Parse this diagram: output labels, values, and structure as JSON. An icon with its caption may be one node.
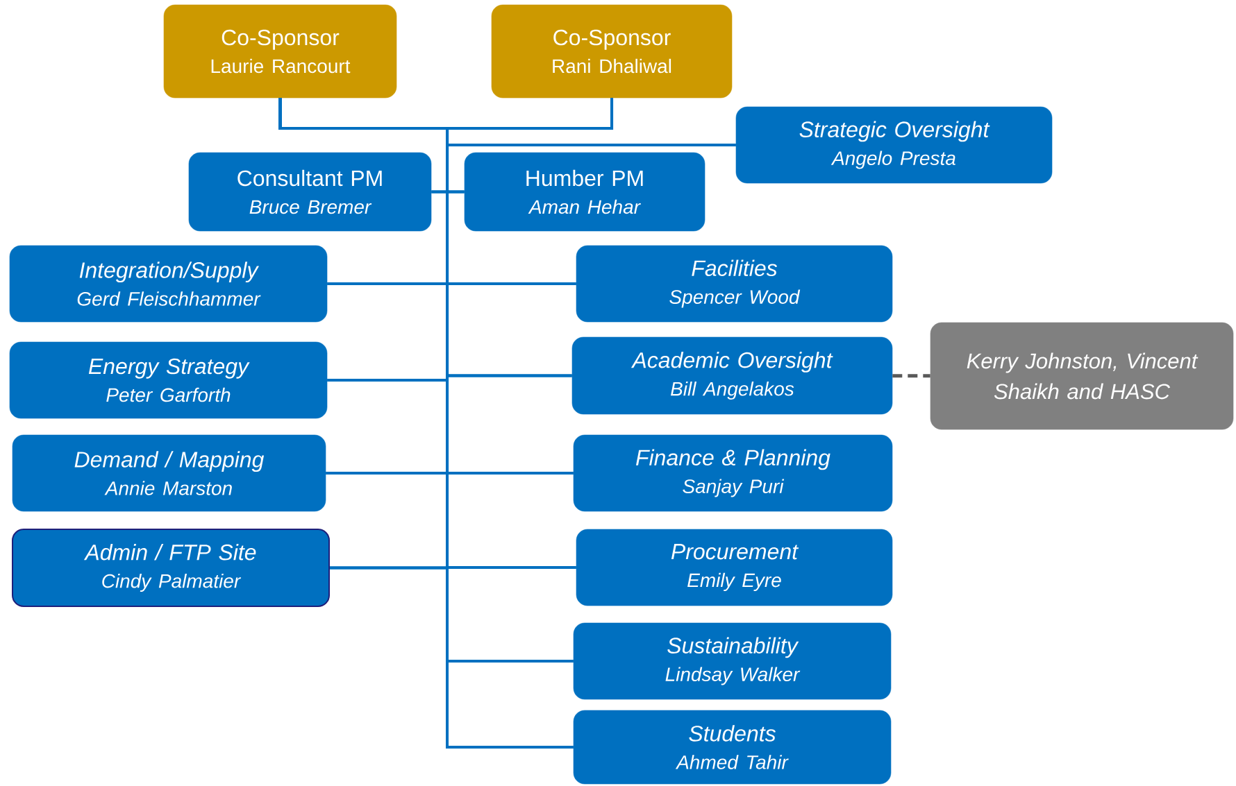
{
  "diagram": {
    "nodes": [
      {
        "text": [
          "Co-Sponsor",
          "Laurie Rancourt"
        ]
      },
      {
        "text": [
          "Co-Sponsor",
          "Rani Dhaliwal"
        ]
      },
      {
        "text": [
          "Strategic Oversight",
          "Angelo Presta"
        ]
      },
      {
        "text": [
          "Consultant PM",
          "Bruce Bremer"
        ]
      },
      {
        "text": [
          "Humber PM",
          "Aman Hehar"
        ]
      },
      {
        "text": [
          "Integration/Supply",
          "Gerd Fleischhammer"
        ]
      },
      {
        "text": [
          "Facilities",
          "Spencer Wood"
        ]
      },
      {
        "text": [
          "Energy Strategy",
          "Peter Garforth"
        ]
      },
      {
        "text": [
          "Academic Oversight",
          "Bill Angelakos"
        ]
      },
      {
        "text": [
          "Kerry Johnston, Vincent Shaikh  and HASC"
        ]
      },
      {
        "text": [
          "Demand / Mapping",
          "Annie Marston"
        ]
      },
      {
        "text": [
          "Finance & Planning",
          "Sanjay Puri"
        ]
      },
      {
        "text": [
          "Admin / FTP Site",
          "Cindy Palmatier"
        ]
      },
      {
        "text": [
          "Procurement",
          "Emily Eyre"
        ]
      },
      {
        "text": [
          "Sustainability",
          "Lindsay Walker"
        ]
      },
      {
        "text": [
          "Students",
          "Ahmed Tahir"
        ]
      }
    ],
    "edges": [
      {
        "from": 0,
        "to": 2,
        "arrow": "none"
      },
      {
        "from": 1,
        "to": 2,
        "arrow": "none"
      },
      {
        "from": 0,
        "to": 3,
        "arrow": "none"
      },
      {
        "from": 1,
        "to": 3,
        "arrow": "none"
      },
      {
        "from": 0,
        "to": 4,
        "arrow": "none"
      },
      {
        "from": 1,
        "to": 4,
        "arrow": "none"
      },
      {
        "from": 0,
        "to": 5,
        "arrow": "none"
      },
      {
        "from": 1,
        "to": 5,
        "arrow": "none"
      },
      {
        "from": 0,
        "to": 6,
        "arrow": "none"
      },
      {
        "from": 1,
        "to": 6,
        "arrow": "none"
      },
      {
        "from": 0,
        "to": 7,
        "arrow": "none"
      },
      {
        "from": 1,
        "to": 7,
        "arrow": "none"
      },
      {
        "from": 0,
        "to": 8,
        "arrow": "none"
      },
      {
        "from": 1,
        "to": 8,
        "arrow": "none"
      },
      {
        "from": 0,
        "to": 10,
        "arrow": "none"
      },
      {
        "from": 1,
        "to": 10,
        "arrow": "none"
      },
      {
        "from": 0,
        "to": 11,
        "arrow": "none"
      },
      {
        "from": 1,
        "to": 11,
        "arrow": "none"
      },
      {
        "from": 0,
        "to": 12,
        "arrow": "none"
      },
      {
        "from": 1,
        "to": 12,
        "arrow": "none"
      },
      {
        "from": 0,
        "to": 13,
        "arrow": "none"
      },
      {
        "from": 1,
        "to": 13,
        "arrow": "none"
      },
      {
        "from": 0,
        "to": 14,
        "arrow": "none"
      },
      {
        "from": 1,
        "to": 14,
        "arrow": "none"
      },
      {
        "from": 0,
        "to": 15,
        "arrow": "none"
      },
      {
        "from": 1,
        "to": 15,
        "arrow": "none"
      },
      {
        "from": 8,
        "to": 9,
        "arrow": "none",
        "style": "dashed",
        "color": "#595959"
      }
    ]
  }
}
